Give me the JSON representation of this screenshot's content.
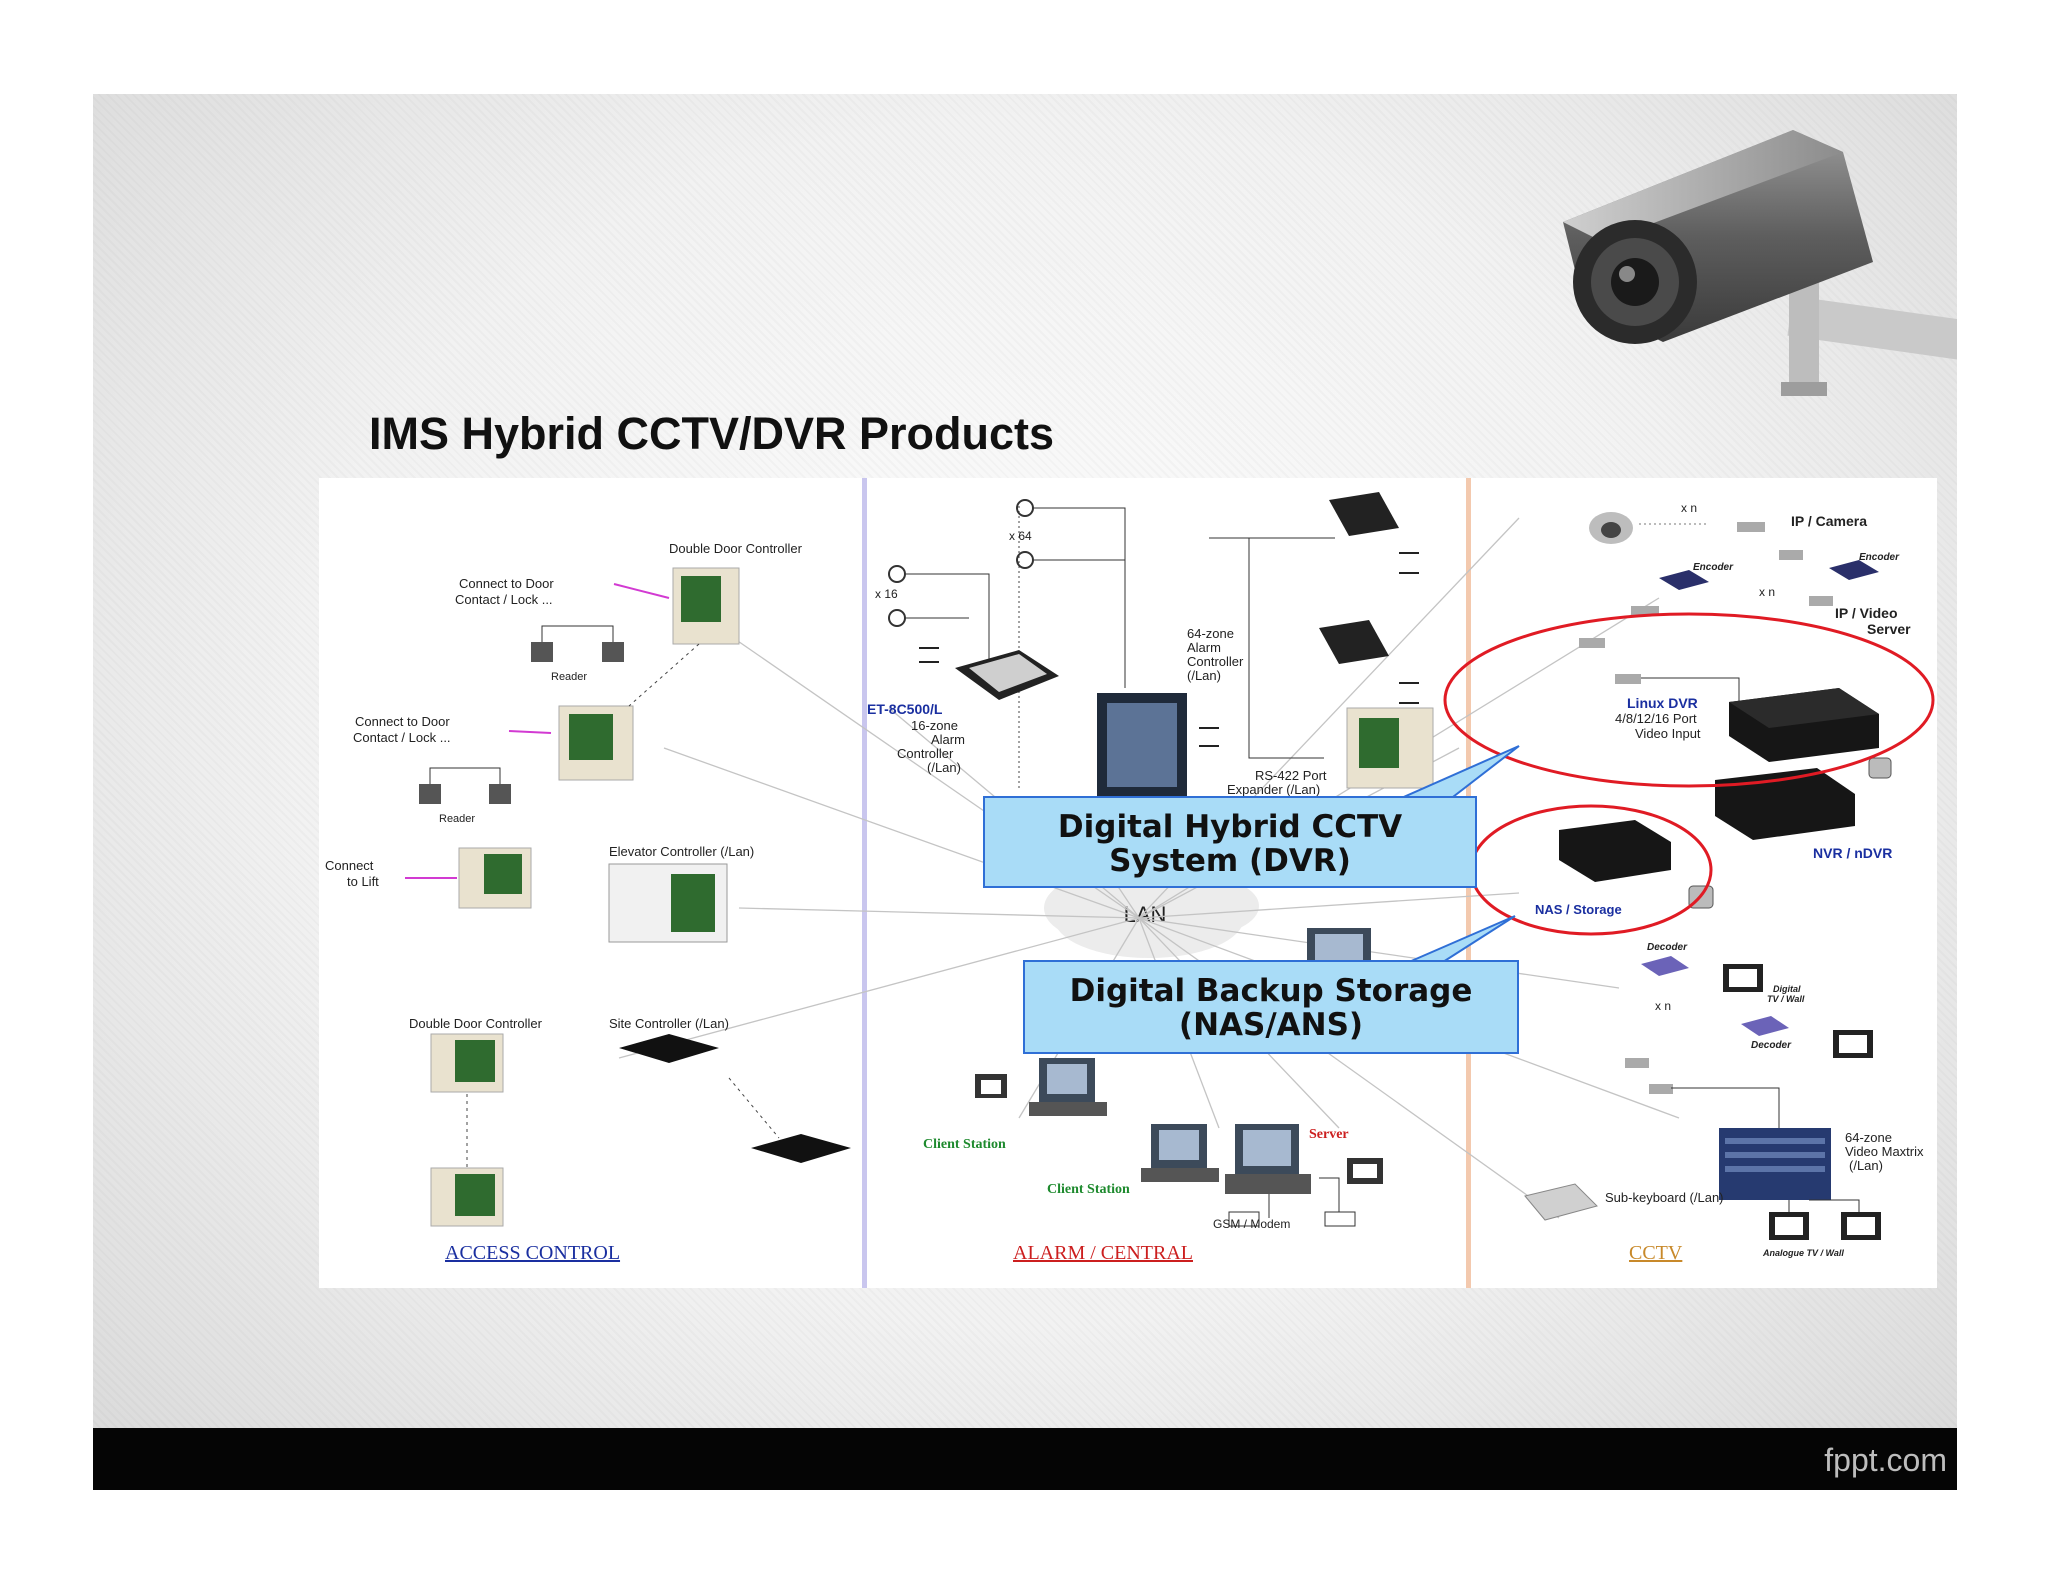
{
  "slide": {
    "title": "IMS Hybrid CCTV/DVR Products",
    "footer_brand": "fppt.com"
  },
  "diagram": {
    "sections": {
      "access": "ACCESS CONTROL",
      "alarm": "ALARM / CENTRAL",
      "cctv": "CCTV"
    },
    "colors": {
      "access": "#1a2fa0",
      "alarm": "#cc1f1f",
      "cctv": "#c8892a",
      "callout_fill": "#a9dcf7",
      "callout_border": "#2f6fd6",
      "highlight": "#e01b24"
    },
    "access_labels": {
      "double_door_top": "Double Door Controller",
      "connect_door_1a": "Connect to Door",
      "connect_door_1b": "Contact / Lock ...",
      "reader_1": "Reader",
      "connect_door_2a": "Connect to Door",
      "connect_door_2b": "Contact / Lock ...",
      "reader_2": "Reader",
      "connect_lift_a": "Connect",
      "connect_lift_b": "to Lift",
      "elevator": "Elevator Controller (/Lan)",
      "double_door_bottom": "Double Door Controller",
      "site_controller": "Site Controller (/Lan)"
    },
    "alarm_labels": {
      "x64": "x 64",
      "x16": "x 16",
      "et_model": "ET-8C500/L",
      "et_16a": "16-zone",
      "et_16b": "Alarm",
      "et_16c": "Controller",
      "et_16d": "(/Lan)",
      "z64a": "64-zone",
      "z64b": "Alarm",
      "z64c": "Controller",
      "z64d": "(/Lan)",
      "rs422a": "RS-422 Port",
      "rs422b": "Expander (/Lan)",
      "lan": "LAN",
      "client_1": "Client Station",
      "client_2": "Client Station",
      "server": "Server",
      "gsm": "GSM / Modem"
    },
    "cctv_labels": {
      "xn_top": "x n",
      "ip_camera": "IP / Camera",
      "encoder_1": "Encoder",
      "encoder_2": "Encoder",
      "xn_mid": "x n",
      "ip_video_a": "IP / Video",
      "ip_video_b": "Server",
      "linux_dvr": "Linux DVR",
      "port_a": "4/8/12/16 Port",
      "port_b": "Video Input",
      "nvr": "NVR / nDVR",
      "nas": "NAS / Storage",
      "decoder_1": "Decoder",
      "digital_tv_a": "Digital",
      "digital_tv_b": "TV / Wall",
      "xn_low": "x n",
      "decoder_2": "Decoder",
      "matrix_a": "64-zone",
      "matrix_b": "Video Maxtrix",
      "matrix_c": "(/Lan)",
      "sub_keyboard": "Sub-keyboard (/Lan)",
      "analogue_tv": "Analogue TV / Wall"
    },
    "callouts": {
      "dvr_line1": "Digital Hybrid CCTV",
      "dvr_line2": "System (DVR)",
      "nas_line1": "Digital Backup Storage",
      "nas_line2": "(NAS/ANS)"
    }
  }
}
